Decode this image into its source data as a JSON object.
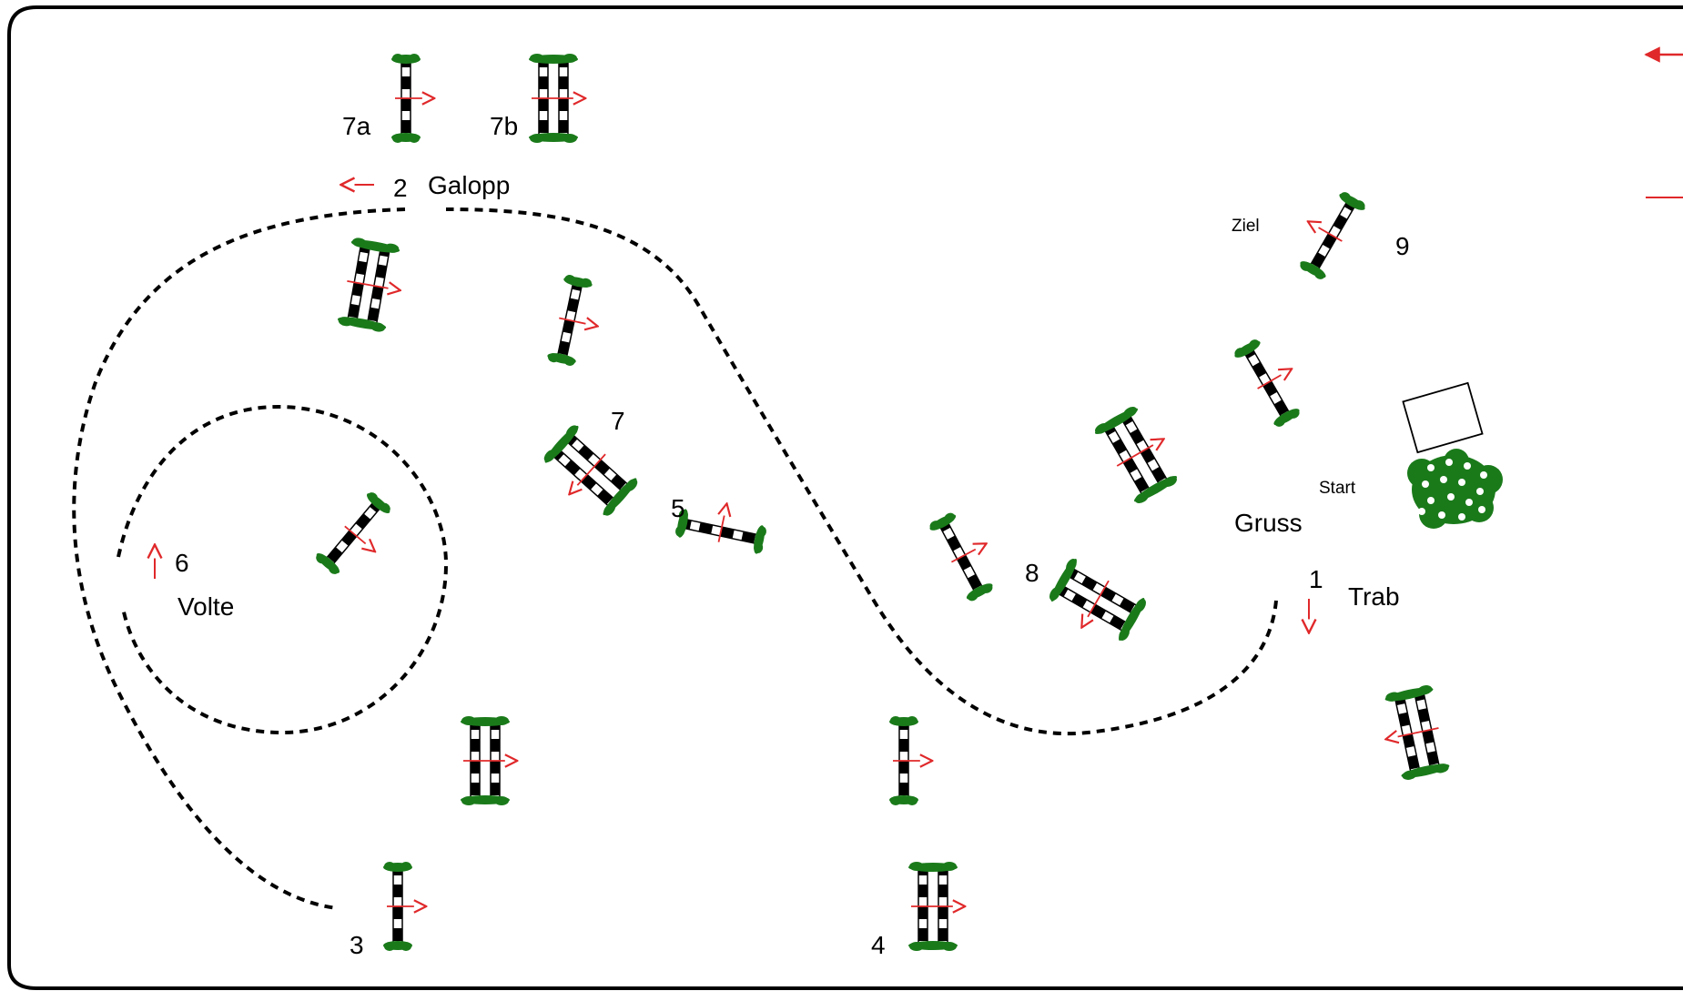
{
  "colors": {
    "pole_dark": "#000000",
    "pole_light": "#ffffff",
    "foliage": "#1a7a1a",
    "direction_arrow": "#e0282a",
    "path": "#000000",
    "border": "#000000"
  },
  "labels": {
    "jump_7a": "7a",
    "jump_7b": "7b",
    "jump_2": "2",
    "gait_galopp": "Galopp",
    "ziel": "Ziel",
    "jump_9": "9",
    "jump_7": "7",
    "jump_5": "5",
    "jump_6": "6",
    "volte": "Volte",
    "start": "Start",
    "gruss": "Gruss",
    "jump_8": "8",
    "jump_1": "1",
    "gait_trab": "Trab",
    "jump_3": "3",
    "jump_4": "4"
  },
  "icons": {
    "vertical_jump": "vertical-jump-icon",
    "oxer_jump": "oxer-jump-icon",
    "judge_box": "judge-box-icon",
    "flower_bush": "flower-bush-icon",
    "direction_arrow": "direction-arrow-icon"
  }
}
